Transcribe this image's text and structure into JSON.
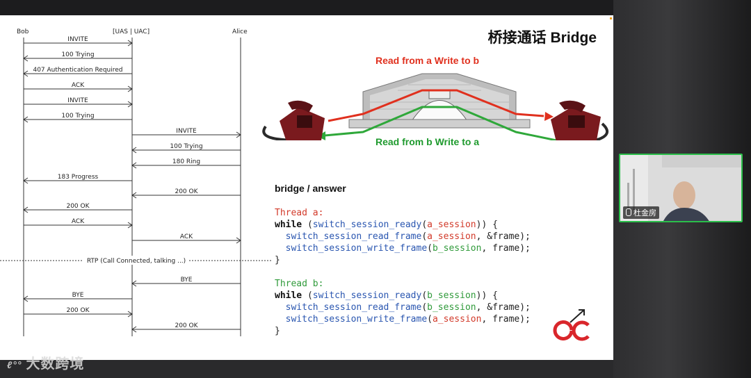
{
  "slide": {
    "title": "桥接通话 Bridge",
    "bridge_top": "Read from a Write to b",
    "bridge_bottom": "Read from b Write to a",
    "code_title": "bridge / answer"
  },
  "sequence": {
    "lanes": [
      "Bob",
      "[UAS | UAC]",
      "Alice"
    ],
    "messages": [
      "INVITE",
      "100 Trying",
      "407 Authentication Required",
      "ACK",
      "INVITE",
      "100 Trying",
      "INVITE",
      "100 Trying",
      "180 Ring",
      "183 Progress",
      "200 OK",
      "200 OK",
      "ACK",
      "ACK",
      "RTP (Call Connected, talking ...)",
      "BYE",
      "BYE",
      "200 OK",
      "200 OK"
    ]
  },
  "code": {
    "thread_a_label": "Thread a:",
    "thread_b_label": "Thread b:",
    "kw_while": "while",
    "ready_fn": "switch_session_ready",
    "read_fn": "switch_session_read_frame",
    "write_fn": "switch_session_write_frame",
    "a_session": "a_session",
    "b_session": "b_session",
    "frame_ref": ", &frame);",
    "frame_val": ", frame);",
    "open_brace": ")) {",
    "close_brace": "}"
  },
  "video": {
    "name": "杜金房"
  },
  "watermark": "大数跨境"
}
